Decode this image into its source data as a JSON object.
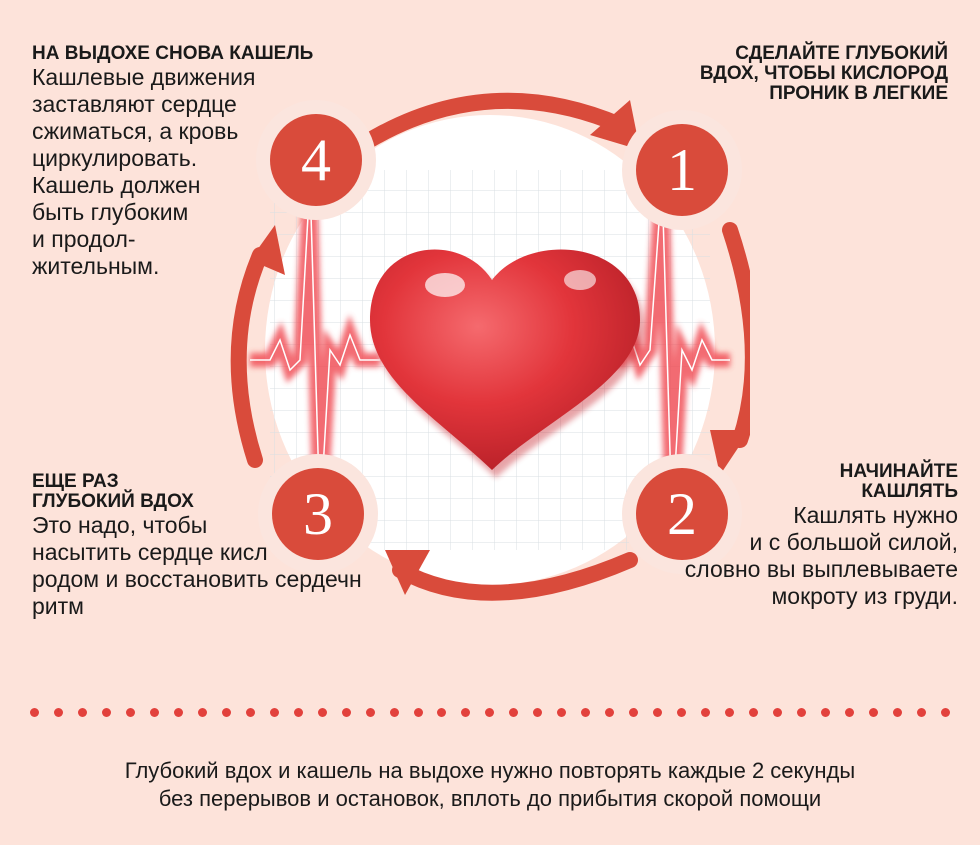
{
  "steps": [
    {
      "number": "1",
      "title_lines": [
        "СДЕЛАЙТЕ ГЛУБОКИЙ",
        "ВДОХ, ЧТОБЫ КИСЛОРОД",
        "ПРОНИК В ЛЕГКИЕ"
      ],
      "body_lines": []
    },
    {
      "number": "2",
      "title_lines": [
        "НАЧИНАЙТЕ",
        "КАШЛЯТЬ"
      ],
      "body_lines": [
        "Кашлять нужно",
        "и с большой силой,",
        "словно вы выплевываете",
        "мокроту из груди."
      ]
    },
    {
      "number": "3",
      "title_lines": [
        "ЕЩЕ РАЗ",
        "ГЛУБОКИЙ ВДОХ"
      ],
      "body_lines": [
        "Это надо, чтобы",
        "насытить сердце кисл",
        "родом и восстановить сердечн",
        "ритм"
      ]
    },
    {
      "number": "4",
      "title_lines": [
        "НА ВЫДОХЕ СНОВА КАШЕЛЬ"
      ],
      "body_lines": [
        "Кашлевые движения",
        "заставляют сердце",
        "сжиматься, а кровь",
        "циркулировать.",
        "Кашель должен",
        "быть глубоким",
        "и продол-",
        "жительным."
      ]
    }
  ],
  "footer": {
    "line1": "Глубокий вдох и кашель на выдохе нужно повторять каждые 2 секунды",
    "line2": "без перерывов и остановок, вплоть до прибытия скорой помощи"
  },
  "colors": {
    "accent": "#d94b3b",
    "background": "#fde3da",
    "dots": "#e2413c",
    "heart": "#e8353a"
  },
  "illustration": {
    "center": "heart-icon",
    "background": "ecg-grid",
    "cycle_arrows": 4
  }
}
